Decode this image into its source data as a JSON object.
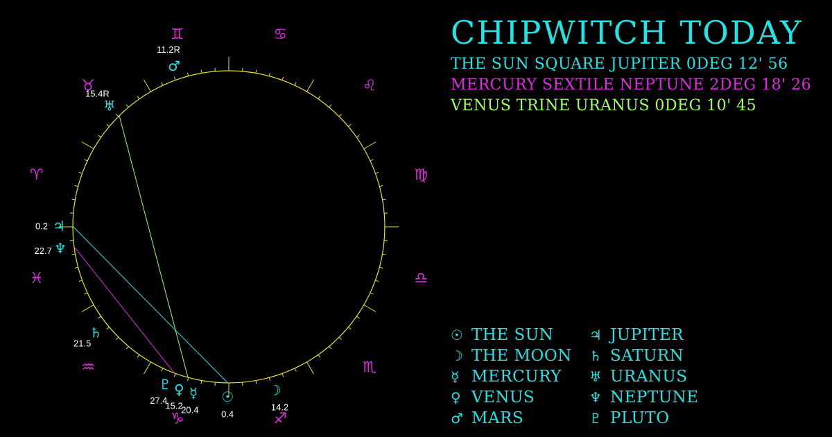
{
  "title": "CHIPWITCH TODAY",
  "aspects": [
    {
      "text": "THE SUN SQUARE JUPITER 0DEG 12' 56",
      "color": "#1ee6e6"
    },
    {
      "text": "MERCURY SEXTILE NEPTUNE 2DEG 18' 26",
      "color": "#e628e6"
    },
    {
      "text": "VENUS TRINE URANUS 0DEG 10' 45",
      "color": "#a0ff60"
    }
  ],
  "legend": {
    "left": [
      {
        "glyph": "☉",
        "label": "THE SUN",
        "icon": "sun-icon"
      },
      {
        "glyph": "☽",
        "label": "THE MOON",
        "icon": "moon-icon"
      },
      {
        "glyph": "☿",
        "label": "MERCURY",
        "icon": "mercury-icon"
      },
      {
        "glyph": "♀",
        "label": "VENUS",
        "icon": "venus-icon"
      },
      {
        "glyph": "♂",
        "label": "MARS",
        "icon": "mars-icon"
      }
    ],
    "right": [
      {
        "glyph": "♃",
        "label": "JUPITER",
        "icon": "jupiter-icon"
      },
      {
        "glyph": "♄",
        "label": "SATURN",
        "icon": "saturn-icon"
      },
      {
        "glyph": "♅",
        "label": "URANUS",
        "icon": "uranus-icon"
      },
      {
        "glyph": "♆",
        "label": "NEPTUNE",
        "icon": "neptune-icon"
      },
      {
        "glyph": "♇",
        "label": "PLUTO",
        "icon": "pluto-icon"
      }
    ]
  },
  "colors": {
    "background": "#000000",
    "circle": "#e6e628",
    "planet": "#1ee6e6",
    "sign": "#e628e6",
    "label": "#ffffff"
  },
  "chart_data": {
    "type": "astrological-wheel",
    "signs": [
      {
        "name": "aries",
        "glyph": "♈"
      },
      {
        "name": "taurus",
        "glyph": "♉"
      },
      {
        "name": "gemini",
        "glyph": "♊"
      },
      {
        "name": "cancer",
        "glyph": "♋"
      },
      {
        "name": "leo",
        "glyph": "♌"
      },
      {
        "name": "virgo",
        "glyph": "♍"
      },
      {
        "name": "libra",
        "glyph": "♎"
      },
      {
        "name": "scorpio",
        "glyph": "♏"
      },
      {
        "name": "sagittarius",
        "glyph": "♐"
      },
      {
        "name": "capricorn",
        "glyph": "♑"
      },
      {
        "name": "aquarius",
        "glyph": "♒"
      },
      {
        "name": "pisces",
        "glyph": "♓"
      }
    ],
    "planets": [
      {
        "name": "sun",
        "glyph": "☉",
        "degree": "0.4",
        "sign": "capricorn",
        "longitude": 270.4
      },
      {
        "name": "moon",
        "glyph": "☽",
        "degree": "14.2",
        "sign": "sagittarius",
        "longitude": 254.2
      },
      {
        "name": "mercury",
        "glyph": "☿",
        "degree": "20.4",
        "sign": "capricorn",
        "longitude": 290.4
      },
      {
        "name": "venus",
        "glyph": "♀",
        "degree": "15.2",
        "sign": "capricorn",
        "longitude": 285.2
      },
      {
        "name": "mars",
        "glyph": "♂",
        "degree": "11.2R",
        "sign": "gemini",
        "longitude": 71.2
      },
      {
        "name": "jupiter",
        "glyph": "♃",
        "degree": "0.2",
        "sign": "aries",
        "longitude": 0.2
      },
      {
        "name": "saturn",
        "glyph": "♄",
        "degree": "21.5",
        "sign": "aquarius",
        "longitude": 321.5
      },
      {
        "name": "uranus",
        "glyph": "♅",
        "degree": "15.4R",
        "sign": "taurus",
        "longitude": 45.4
      },
      {
        "name": "neptune",
        "glyph": "♆",
        "degree": "22.7",
        "sign": "pisces",
        "longitude": 352.7
      },
      {
        "name": "pluto",
        "glyph": "♇",
        "degree": "27.4",
        "sign": "capricorn",
        "longitude": 297.4
      }
    ],
    "aspect_lines": [
      {
        "from": "sun",
        "to": "jupiter",
        "color": "#1ee6e6"
      },
      {
        "from": "mercury",
        "to": "neptune",
        "color": "#e628e6"
      },
      {
        "from": "venus",
        "to": "uranus",
        "color": "#a0ff60"
      }
    ]
  }
}
